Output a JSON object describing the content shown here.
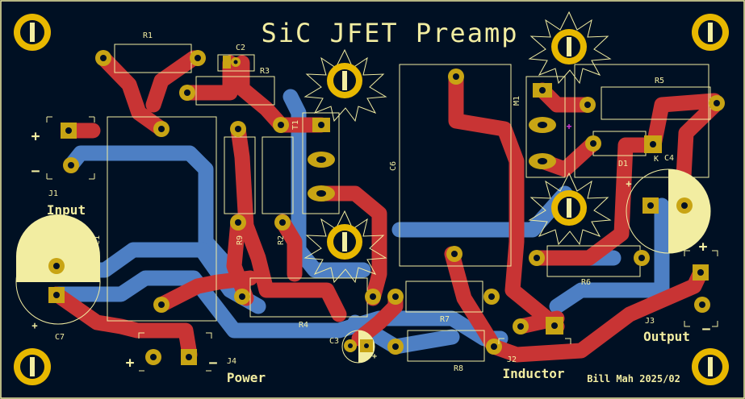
{
  "board": {
    "title": "SiC JFET Preamp",
    "credit": "Bill Mah 2025/02",
    "colors": {
      "background": "#001023",
      "front_copper": "#c83434",
      "back_copper": "#4d7fc4",
      "silkscreen": "#f2eda1",
      "pad": "#c8a414",
      "mounting_hole": "#e8b800"
    }
  },
  "connectors": {
    "input": {
      "ref": "J1",
      "label": "Input",
      "plus": "+",
      "minus": "−"
    },
    "power": {
      "ref": "J4",
      "label": "Power",
      "plus": "+",
      "minus": "−"
    },
    "inductor": {
      "ref": "J2",
      "label": "Inductor"
    },
    "output": {
      "ref": "J3",
      "label": "Output",
      "plus": "+",
      "minus": "−"
    }
  },
  "parts": {
    "r1": "R1",
    "r2": "R2",
    "r3": "R3",
    "r4": "R4",
    "r5": "R5",
    "r6": "R6",
    "r7": "R7",
    "r8": "R8",
    "r9": "R9",
    "c1": "C1",
    "c2": "C2",
    "c3": "C3",
    "c4": "C4",
    "c6": "C6",
    "c7": "C7",
    "d1": "D1",
    "t1": "T1",
    "m1": "M1",
    "c3_plus": "+",
    "c7_plus": "+",
    "c4_plus": "+",
    "d1_k": "K"
  }
}
